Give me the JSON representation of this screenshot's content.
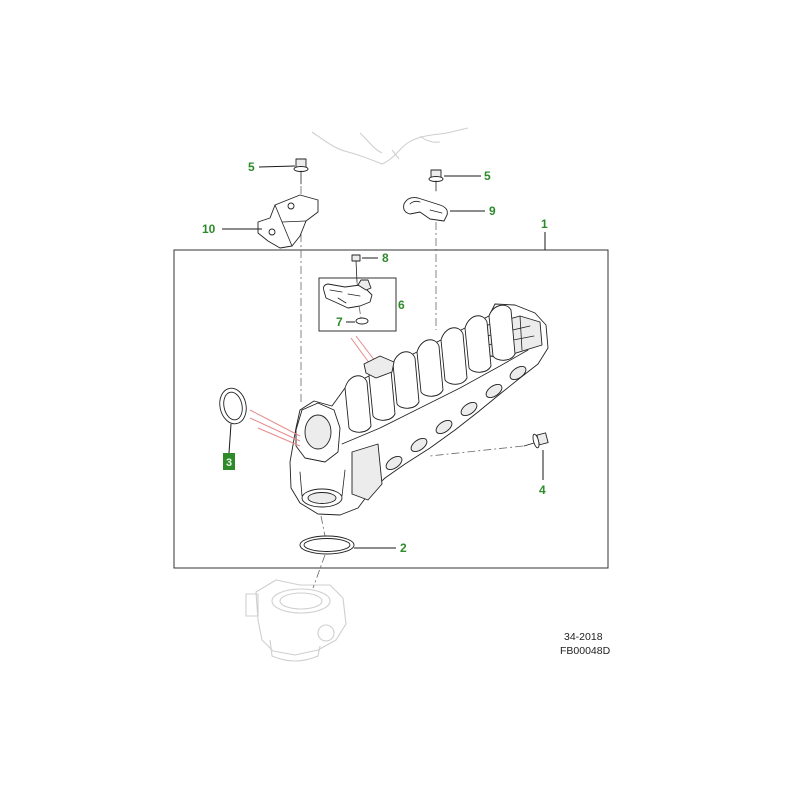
{
  "diagram": {
    "callouts": {
      "bolt_upper_left": "5",
      "bolt_upper_right": "5",
      "bracket": "10",
      "clip": "9",
      "manifold_assembly": "1",
      "sensor_bolt": "8",
      "sensor_group": "6",
      "sensor_o_ring": "7",
      "gasket": "3",
      "manifold_bolt": "4",
      "outlet_o_ring": "2"
    },
    "reference": {
      "section": "34-2018",
      "illustration_id": "FB00048D"
    }
  },
  "colors": {
    "callout": "#2e8b2a",
    "line": "#1a1a1a",
    "highlight_line": "#e58a8a",
    "ghost_part": "#cfcfcf",
    "background": "#ffffff"
  }
}
